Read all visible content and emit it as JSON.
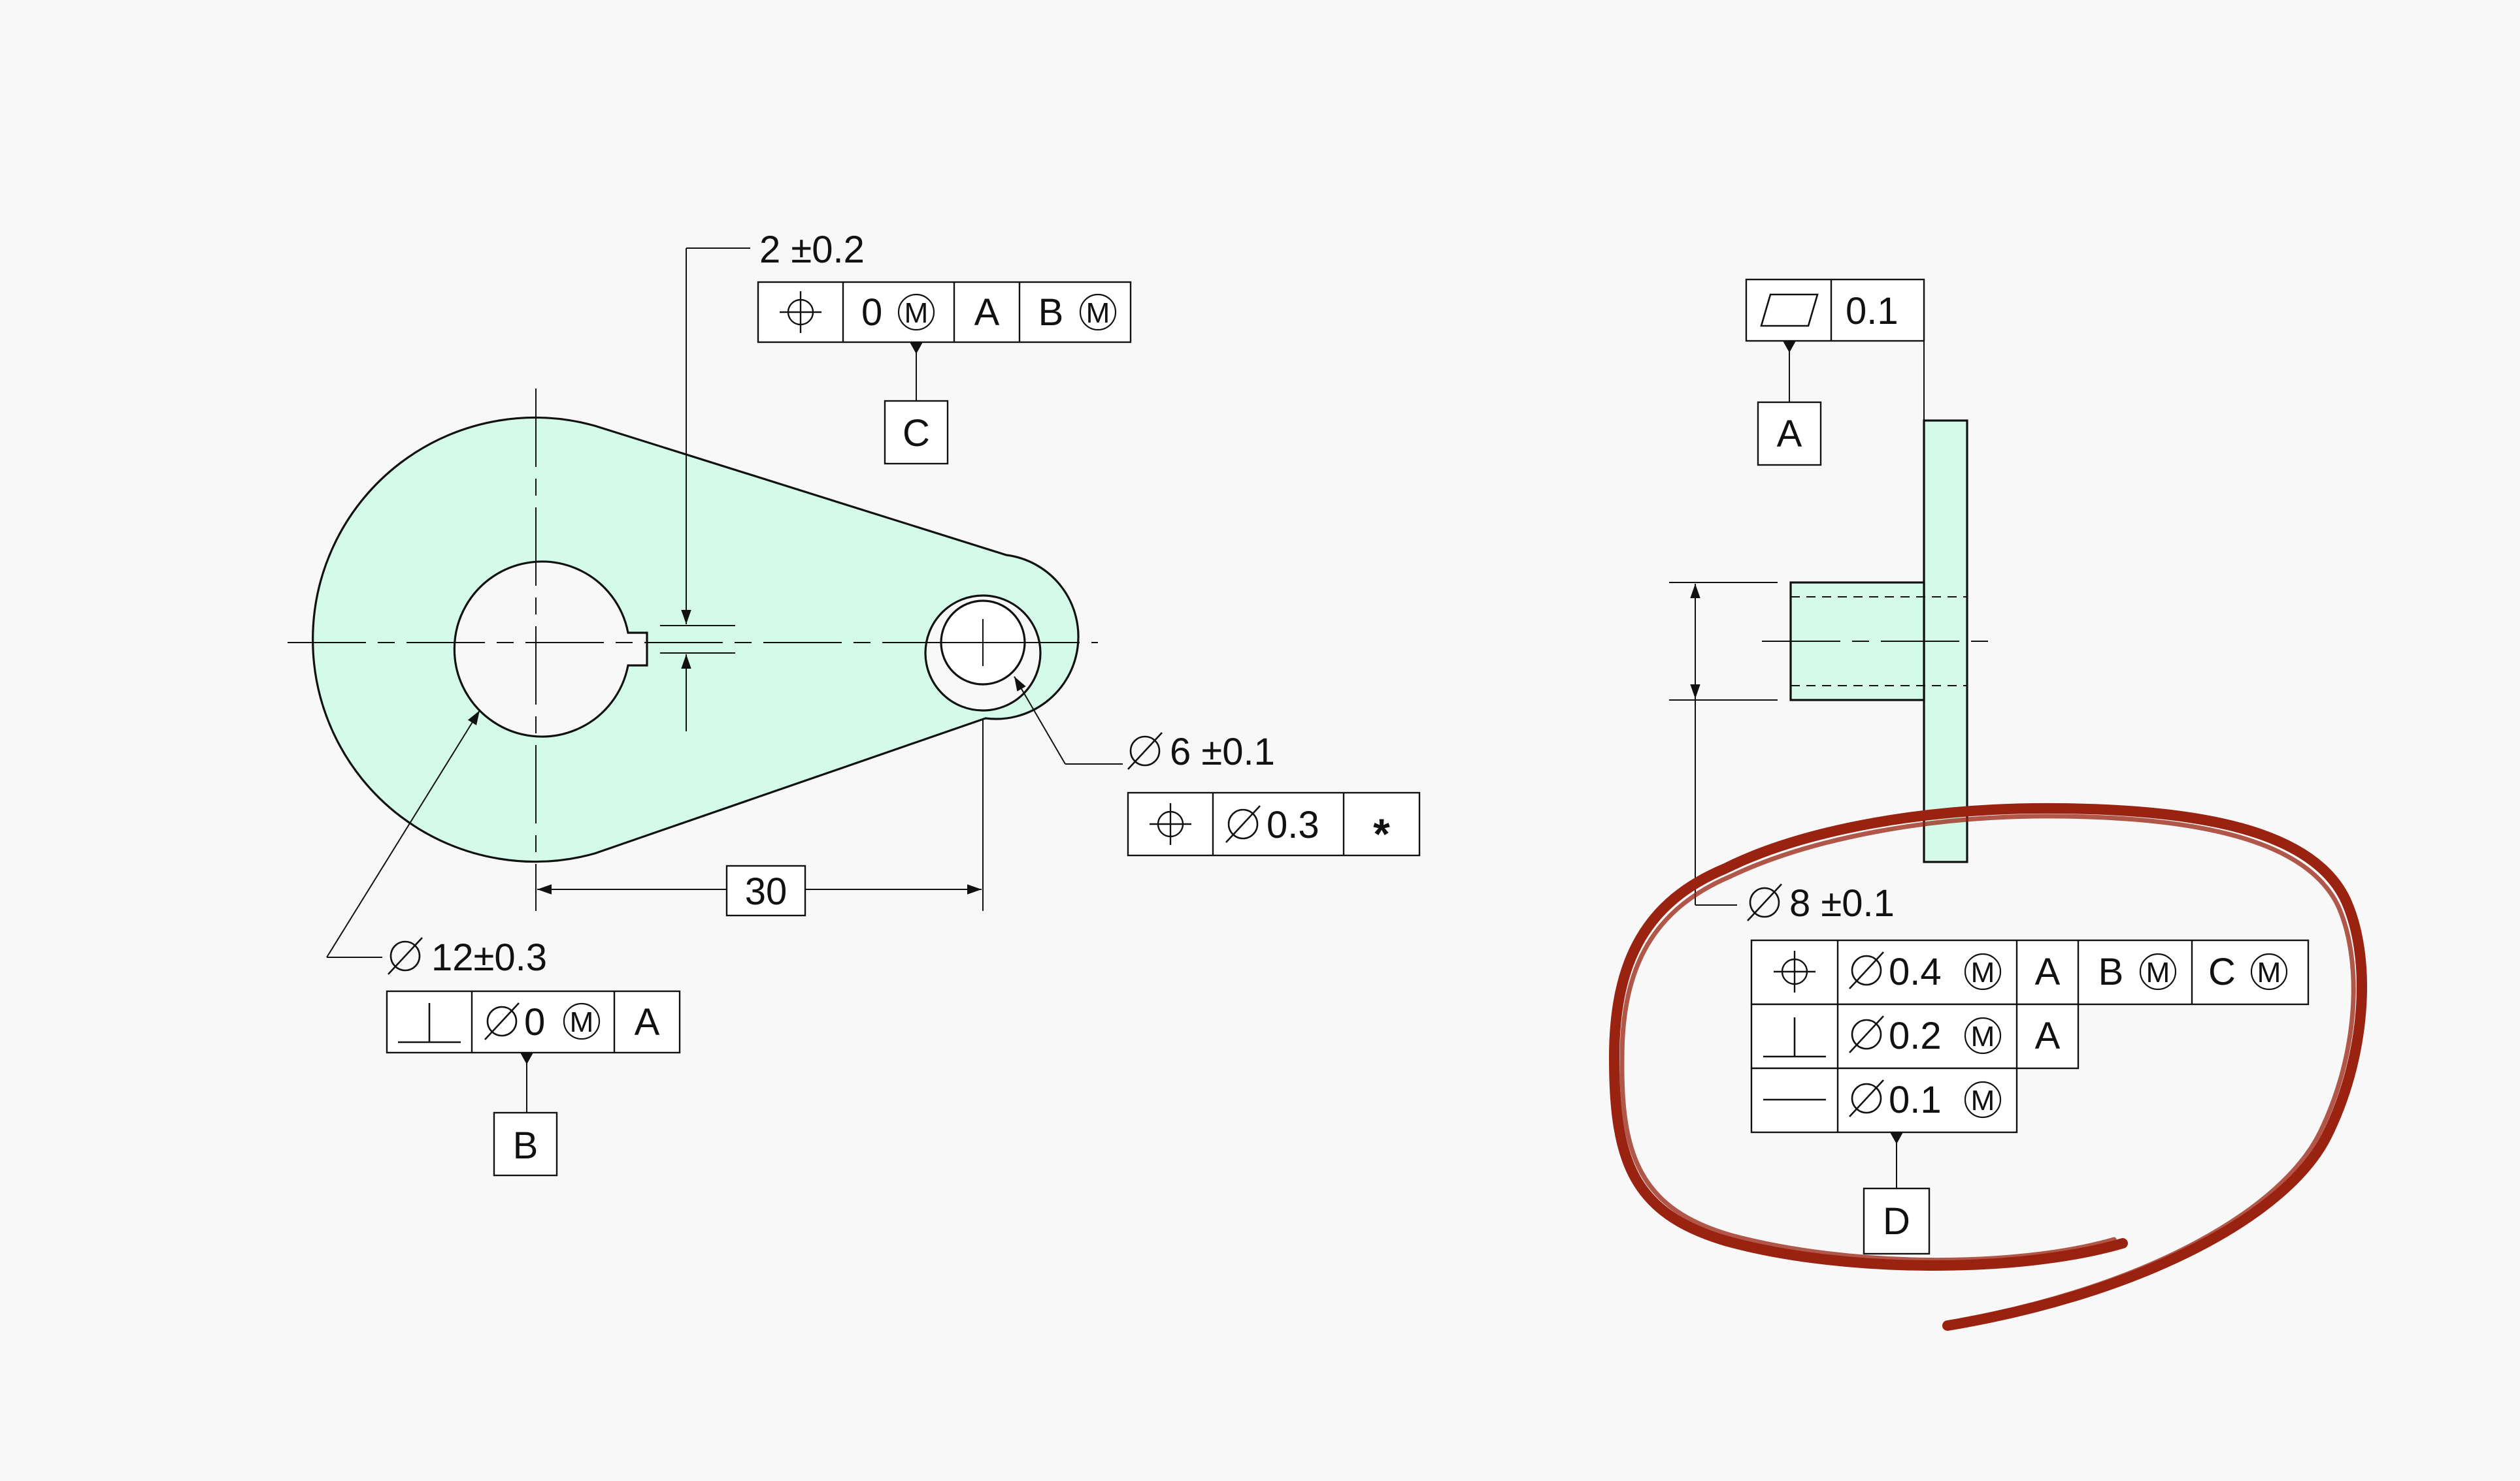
{
  "colors": {
    "part_fill": "#d4fbea",
    "ink": "#111111",
    "markup": "#9a2210",
    "background": "#f8f8f8"
  },
  "left_view": {
    "keyway_dim": "2 ±0.2",
    "keyway_fcf": {
      "symbol": "position-icon",
      "tolerance": "0",
      "mod1": "M",
      "datum1": "A",
      "datum2": "B",
      "mod2": "M"
    },
    "keyway_datum": "C",
    "small_hole_dim": "6 ±0.1",
    "small_hole_fcf": {
      "symbol": "position-icon",
      "tolerance": "0.3",
      "note": "*"
    },
    "center_distance": "30",
    "big_hole_dim": "12±0.3",
    "big_hole_fcf": {
      "symbol": "perpendicularity-icon",
      "tolerance": "0",
      "mod": "M",
      "datum": "A"
    },
    "big_hole_datum": "B"
  },
  "right_view": {
    "flatness_fcf": {
      "symbol": "flatness-icon",
      "tolerance": "0.1"
    },
    "face_datum": "A",
    "boss_dim": "8 ±0.1",
    "boss_fcf_row1": {
      "symbol": "position-icon",
      "tolerance": "0.4",
      "mod": "M",
      "datum1": "A",
      "datum2": "B",
      "datum2_mod": "M",
      "datum3": "C",
      "datum3_mod": "M"
    },
    "boss_fcf_row2": {
      "symbol": "perpendicularity-icon",
      "tolerance": "0.2",
      "mod": "M",
      "datum": "A"
    },
    "boss_fcf_row3": {
      "symbol": "straightness-icon",
      "tolerance": "0.1",
      "mod": "M"
    },
    "boss_datum": "D"
  }
}
